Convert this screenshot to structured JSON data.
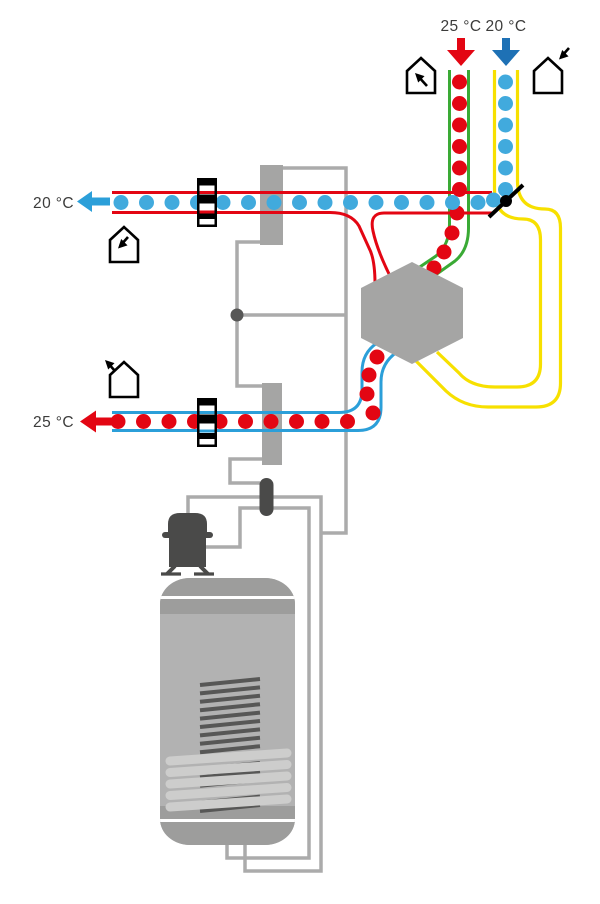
{
  "diagram": {
    "type": "heat-recovery-ventilation-with-heat-pump-schematic",
    "labels": {
      "top_exhaust_temp": "25 °C",
      "top_intake_temp": "20 °C",
      "left_supply_temp": "20 °C",
      "left_exhaust_temp": "25 °C"
    },
    "components": [
      "extract-air-duct-red-dots",
      "outdoor-air-duct-blue-dots",
      "supply-air-duct-blue-dots",
      "exhaust-air-duct-red-dots",
      "counterflow-heat-exchanger-hexagon",
      "summer-bypass-duct-yellow",
      "bypass-damper-valve",
      "air-filter-upper",
      "air-filter-lower",
      "fan-upper",
      "fan-lower",
      "refrigerant-circuit",
      "expansion-valve-capsule",
      "compressor",
      "hot-water-storage-tank",
      "heating-coil",
      "house-icon-extract",
      "house-icon-intake",
      "house-icon-supply",
      "house-icon-exhaust"
    ],
    "colors": {
      "red": "#e30613",
      "blue_dark": "#1e71b5",
      "blue_dot": "#41aadd",
      "blue_line": "#2b9fd9",
      "green": "#3aaa35",
      "yellow": "#f7e000",
      "gray_pipe": "#ababab",
      "gray_component": "#a5a5a4",
      "gray_dark": "#4a4a49",
      "tank_body": "#b2b2b2",
      "tank_band": "#9d9d9c",
      "coil_dark": "#575756",
      "coil_light": "#cdcdcc",
      "black": "#000000",
      "text": "#3c3c3b"
    }
  }
}
